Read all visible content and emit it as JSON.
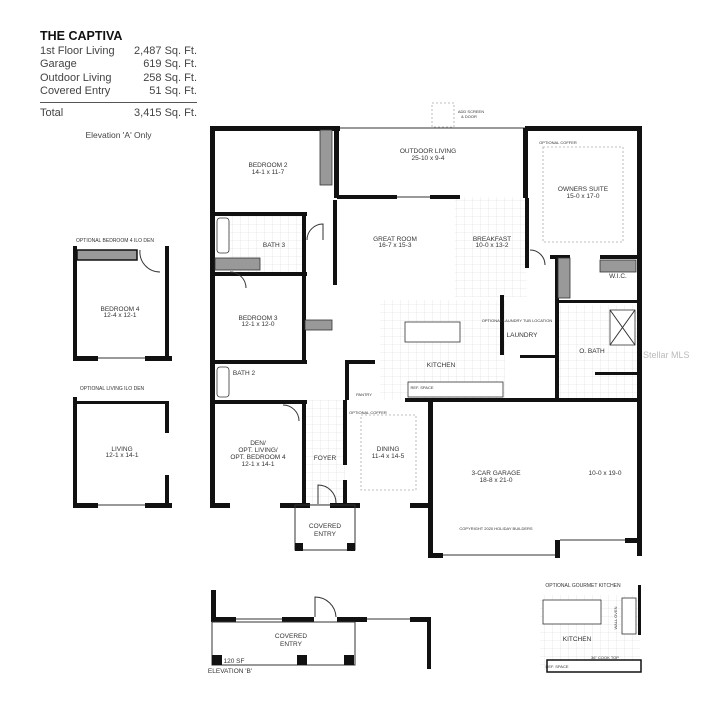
{
  "info": {
    "title": "THE CAPTIVA",
    "rows": [
      {
        "label": "1st Floor Living",
        "value": "2,487 Sq. Ft."
      },
      {
        "label": "Garage",
        "value": "619 Sq. Ft."
      },
      {
        "label": "Outdoor Living",
        "value": "258 Sq. Ft."
      },
      {
        "label": "Covered Entry",
        "value": "51 Sq. Ft."
      }
    ],
    "total": {
      "label": "Total",
      "value": "3,415 Sq. Ft."
    },
    "elevation_note": "Elevation 'A' Only"
  },
  "rooms": {
    "bedroom2": {
      "name": "BEDROOM 2",
      "dim": "14-1 x 11-7"
    },
    "outdoor": {
      "name": "OUTDOOR LIVING",
      "dim": "25-10 x 9-4"
    },
    "screen": {
      "line1": "ADD SCREEN",
      "line2": "& DOOR"
    },
    "owners": {
      "name": "OWNERS SUITE",
      "dim": "15-0 x 17-0",
      "note": "OPTIONAL COFFER"
    },
    "bath3": {
      "name": "BATH 3"
    },
    "great": {
      "name": "GREAT ROOM",
      "dim": "16-7 x 15-3"
    },
    "breakfast": {
      "name": "BREAKFAST",
      "dim": "10-0 x 13-2"
    },
    "wic": {
      "name": "W.I.C."
    },
    "bedroom3": {
      "name": "BEDROOM 3",
      "dim": "12-1 x 12-0"
    },
    "laundry": {
      "name": "LAUNDRY",
      "note": "OPTIONAL LAUNDRY TUB LOCATION"
    },
    "obath": {
      "name": "O. BATH"
    },
    "kitchen": {
      "name": "KITCHEN",
      "ref": "REF. SPACE",
      "pantry": "PANTRY"
    },
    "bath2": {
      "name": "BATH 2"
    },
    "den": {
      "line1": "DEN/",
      "line2": "OPT. LIVING/",
      "line3": "OPT. BEDROOM 4",
      "dim": "12-1 x 14-1"
    },
    "foyer": {
      "name": "FOYER"
    },
    "dining": {
      "name": "DINING",
      "dim": "11-4 x 14-5",
      "note": "OPTIONAL COFFER"
    },
    "garage": {
      "name": "3-CAR GARAGE",
      "dim": "18-8 x 21-0",
      "dim2": "10-0 x 19-0",
      "copyright": "COPYRIGHT 2020 HOLIDAY BUILDERS"
    },
    "entry": {
      "line1": "COVERED",
      "line2": "ENTRY"
    }
  },
  "options": {
    "bed4": {
      "title": "OPTIONAL BEDROOM 4 ILO DEN",
      "name": "BEDROOM 4",
      "dim": "12-4 x 12-1"
    },
    "living": {
      "title": "OPTIONAL LIVING ILO DEN",
      "name": "LIVING",
      "dim": "12-1 x 14-1"
    },
    "elevB": {
      "line1": "COVERED",
      "line2": "ENTRY",
      "area": "120 SF",
      "title": "ELEVATION 'B'"
    },
    "gourmet": {
      "title": "OPTIONAL GOURMET KITCHEN",
      "name": "KITCHEN",
      "ref": "REF. SPACE",
      "cooktop": "36\" COOK TOP",
      "wall": "WALL OVEN"
    }
  },
  "watermark": "Stellar MLS"
}
